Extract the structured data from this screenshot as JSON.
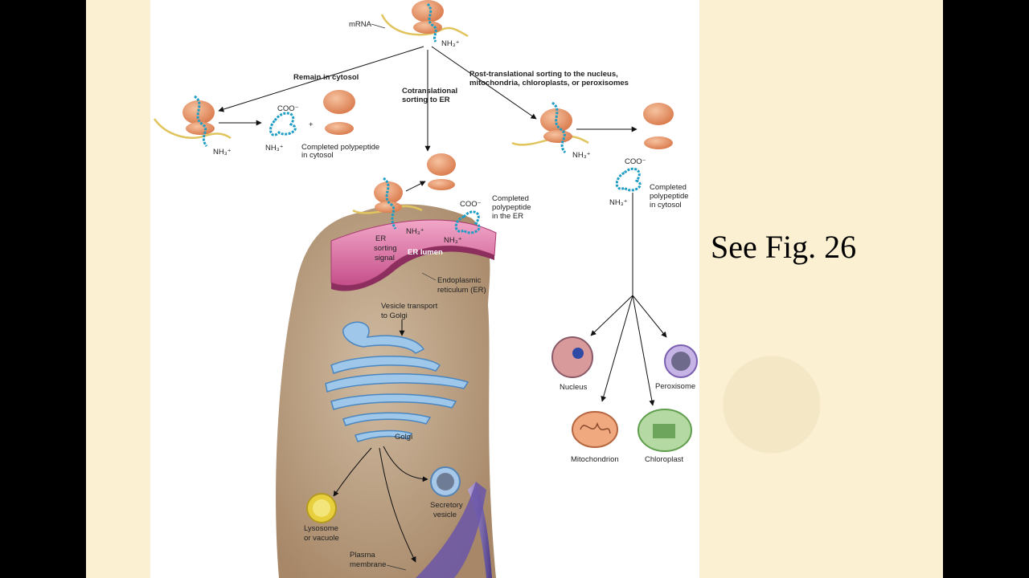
{
  "slide": {
    "side_text": "See Fig. 26"
  },
  "figure": {
    "labels": {
      "mrna": "mRNA",
      "nh3_top": "NH₃⁺",
      "remain_in_cytosol": "Remain in cytosol",
      "cotranslational_1": "Cotranslational",
      "cotranslational_2": "sorting to ER",
      "posttranslational_1": "Post-translational sorting to the nucleus,",
      "posttranslational_2": "mitochondria, chloroplasts, or peroxisomes",
      "coo_left": "COO⁻",
      "plus": "+",
      "nh3_left_ribo": "NH₃⁺",
      "nh3_left_poly": "NH₃⁺",
      "completed_cytosol_left_1": "Completed polypeptide",
      "completed_cytosol_left_2": "in cytosol",
      "nh3_right_ribo": "NH₃⁺",
      "coo_right": "COO⁻",
      "nh3_right_poly": "NH₃⁺",
      "completed_cytosol_right_1": "Completed",
      "completed_cytosol_right_2": "polypeptide",
      "completed_cytosol_right_3": "in cytosol",
      "coo_er": "COO⁻",
      "completed_er_1": "Completed",
      "completed_er_2": "polypeptide",
      "completed_er_3": "in the ER",
      "nh3_er_ribo": "NH₃⁺",
      "nh3_er_poly": "NH₃⁺",
      "er_sorting_1": "ER",
      "er_sorting_2": "sorting",
      "er_sorting_3": "signal",
      "er_lumen": "ER lumen",
      "endoplasmic_1": "Endoplasmic",
      "endoplasmic_2": "reticulum (ER)",
      "vesicle_transport_1": "Vesicle transport",
      "vesicle_transport_2": "to Golgi",
      "golgi": "Golgi",
      "lysosome_1": "Lysosome",
      "lysosome_2": "or vacuole",
      "secretory_1": "Secretory",
      "secretory_2": "vesicle",
      "plasma_1": "Plasma",
      "plasma_2": "membrane",
      "nucleus": "Nucleus",
      "peroxisome": "Peroxisome",
      "mitochondrion": "Mitochondrion",
      "chloroplast": "Chloroplast"
    }
  }
}
